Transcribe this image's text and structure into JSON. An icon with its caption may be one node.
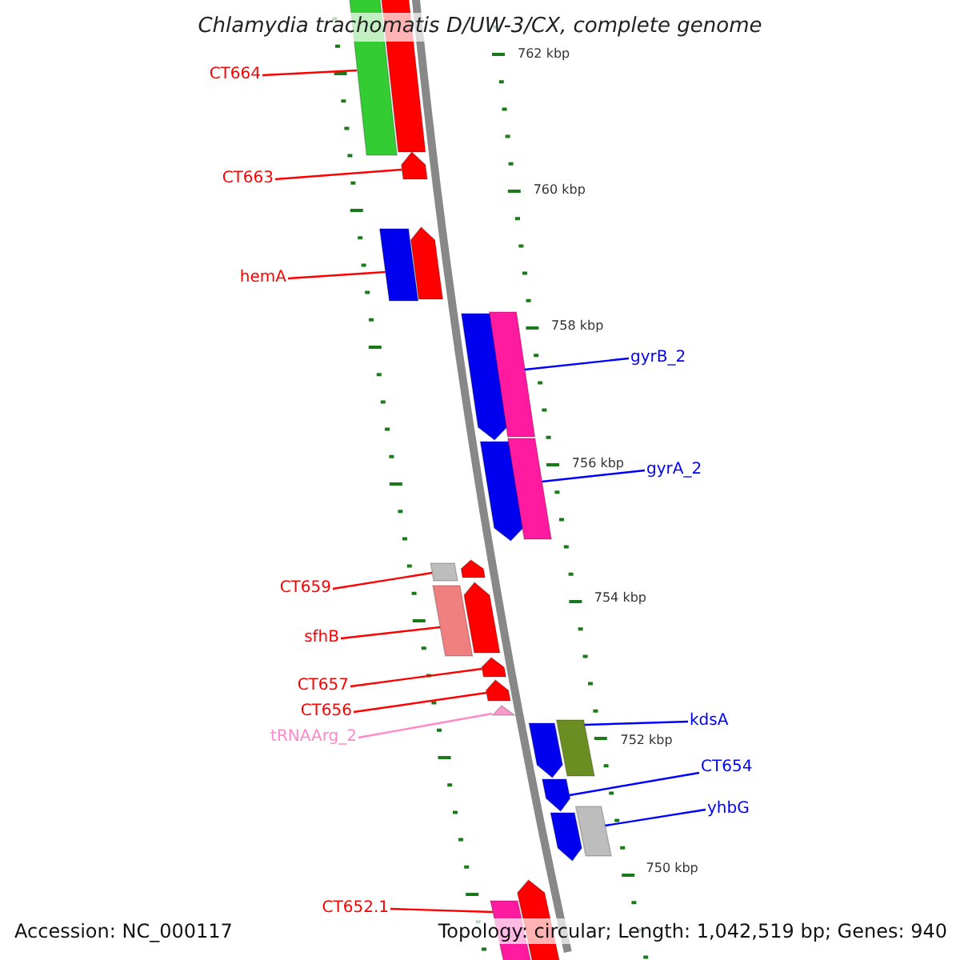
{
  "diagram": {
    "title": "Chlamydia trachomatis D/UW-3/CX, complete genome",
    "nodes": [
      {
        "text": [
          "CT664"
        ]
      },
      {
        "text": [],
        "shape": "bar"
      },
      {
        "text": [],
        "shape": "bar"
      },
      {
        "text": [
          "CT663"
        ]
      },
      {
        "text": [],
        "shape": "bar"
      },
      {
        "text": [
          "hemA"
        ]
      },
      {
        "text": [],
        "shape": "bar"
      },
      {
        "text": [],
        "shape": "bar"
      },
      {
        "text": [],
        "shape": "bar"
      },
      {
        "text": [],
        "shape": "bar"
      },
      {
        "text": [
          "gyrB_2"
        ]
      },
      {
        "text": [],
        "shape": "bar"
      },
      {
        "text": [],
        "shape": "bar"
      },
      {
        "text": [
          "gyrA_2"
        ]
      },
      {
        "text": [
          "CT659"
        ]
      },
      {
        "text": [],
        "shape": "bar"
      },
      {
        "text": [],
        "shape": "bar"
      },
      {
        "text": [
          "sfhB"
        ]
      },
      {
        "text": [],
        "shape": "bar"
      },
      {
        "text": [],
        "shape": "bar"
      },
      {
        "text": [
          "CT657"
        ]
      },
      {
        "text": [],
        "shape": "bar"
      },
      {
        "text": [
          "CT656"
        ]
      },
      {
        "text": [],
        "shape": "bar"
      },
      {
        "text": [
          "tRNAArg_2"
        ]
      },
      {
        "text": [],
        "shape": "triangle"
      },
      {
        "text": [],
        "shape": "bar"
      },
      {
        "text": [],
        "shape": "bar"
      },
      {
        "text": [
          "kdsA"
        ]
      },
      {
        "text": [
          "CT654"
        ]
      },
      {
        "text": [],
        "shape": "bar"
      },
      {
        "text": [],
        "shape": "bar"
      },
      {
        "text": [],
        "shape": "bar"
      },
      {
        "text": [
          "yhbG"
        ]
      },
      {
        "text": [
          "CT652.1"
        ]
      },
      {
        "text": [],
        "shape": "bar"
      },
      {
        "text": [],
        "shape": "bar"
      }
    ],
    "edges": [
      {
        "from": 0,
        "to": 1,
        "arrow": "none"
      },
      {
        "from": 3,
        "to": 4,
        "arrow": "none"
      },
      {
        "from": 5,
        "to": 6,
        "arrow": "none"
      },
      {
        "from": 10,
        "to": 9,
        "arrow": "none",
        "color": "#0000ff"
      },
      {
        "from": 13,
        "to": 12,
        "arrow": "none",
        "color": "#0000ff"
      },
      {
        "from": 14,
        "to": 15,
        "arrow": "none"
      },
      {
        "from": 17,
        "to": 18,
        "arrow": "none"
      },
      {
        "from": 20,
        "to": 21,
        "arrow": "none"
      },
      {
        "from": 22,
        "to": 23,
        "arrow": "none"
      },
      {
        "from": 24,
        "to": 25,
        "arrow": "none",
        "color": "#ff88cc"
      },
      {
        "from": 28,
        "to": 27,
        "arrow": "none",
        "color": "#0000ff"
      },
      {
        "from": 29,
        "to": 30,
        "arrow": "none",
        "color": "#0000ff"
      },
      {
        "from": 33,
        "to": 32,
        "arrow": "none",
        "color": "#0000ff"
      },
      {
        "from": 34,
        "to": 35,
        "arrow": "none"
      }
    ],
    "labels": [
      "762 kbp",
      "760 kbp",
      "758 kbp",
      "756 kbp",
      "754 kbp",
      "752 kbp",
      "750 kbp",
      "Accession: NC_000117",
      "Topology: circular; Length: 1,042,519 bp; Genes: 940"
    ]
  }
}
